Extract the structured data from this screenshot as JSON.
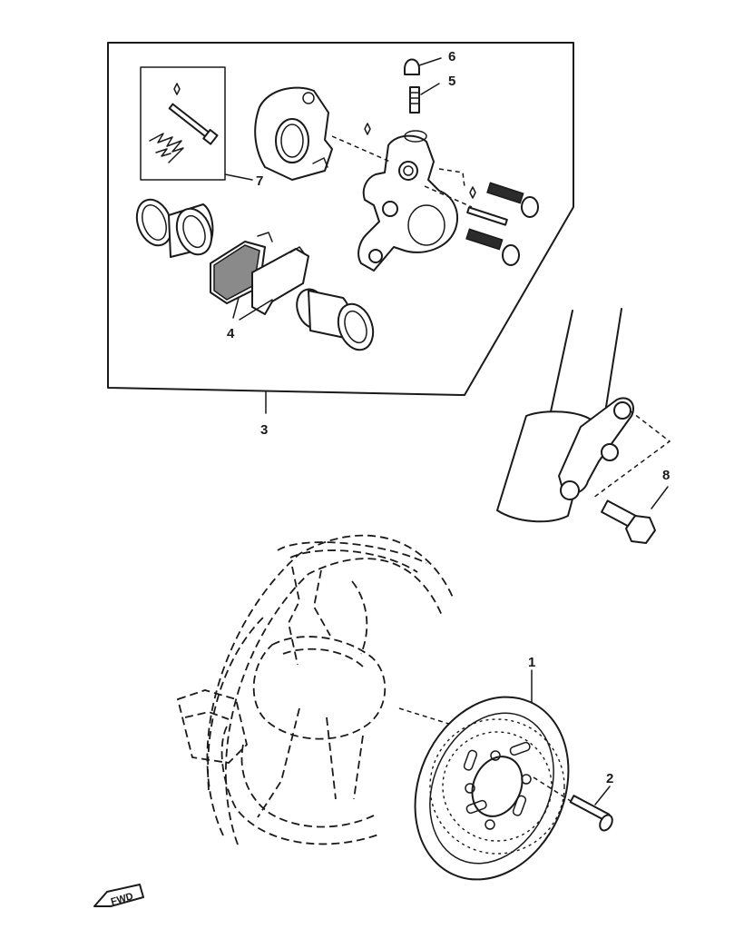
{
  "callouts": {
    "c1": "1",
    "c2": "2",
    "c3": "3",
    "c4": "4",
    "c5": "5",
    "c6": "6",
    "c7": "7",
    "c8": "8"
  },
  "fwd_marker": {
    "label": "FWD"
  }
}
